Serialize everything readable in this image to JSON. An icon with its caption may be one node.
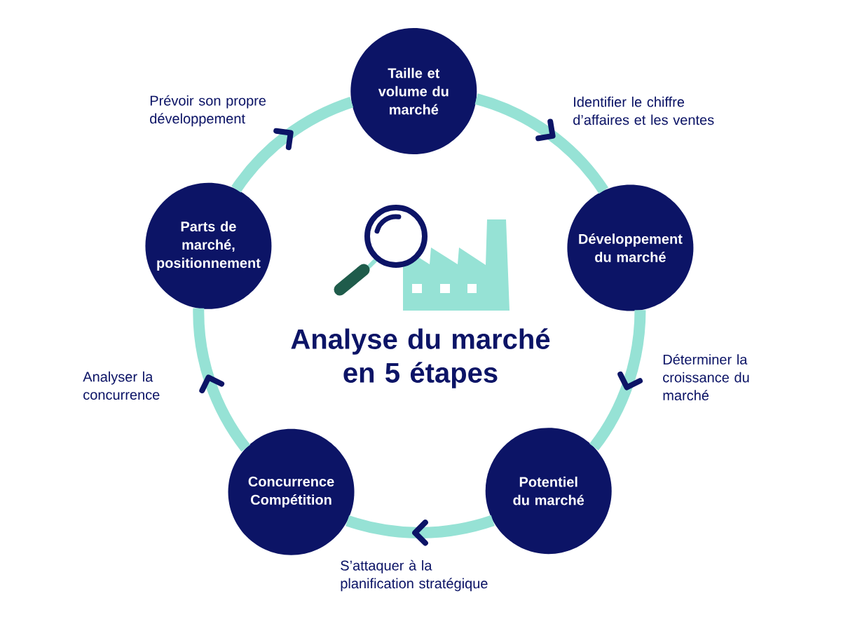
{
  "diagram": {
    "title": "Analyse du marché en 5 étapes",
    "nodes": [
      {
        "text": [
          "Taille et volume du marché"
        ]
      },
      {
        "text": [
          "Développement du marché"
        ]
      },
      {
        "text": [
          "Potentiel du marché"
        ]
      },
      {
        "text": [
          "Concurrence Compétition"
        ]
      },
      {
        "text": [
          "Parts de marché, positionnement"
        ]
      }
    ],
    "edges": [
      {
        "from": 0,
        "to": 1,
        "arrow": "to",
        "label": "Identifier le chiffre d’affaires et les ventes"
      },
      {
        "from": 1,
        "to": 2,
        "arrow": "to",
        "label": "Déterminer la croissance du marché"
      },
      {
        "from": 2,
        "to": 3,
        "arrow": "to",
        "label": "S’attaquer à la planification stratégique"
      },
      {
        "from": 3,
        "to": 4,
        "arrow": "to",
        "label": "Analyser la concurrence"
      },
      {
        "from": 4,
        "to": 0,
        "arrow": "to",
        "label": "Prévoir son propre développement"
      }
    ]
  }
}
